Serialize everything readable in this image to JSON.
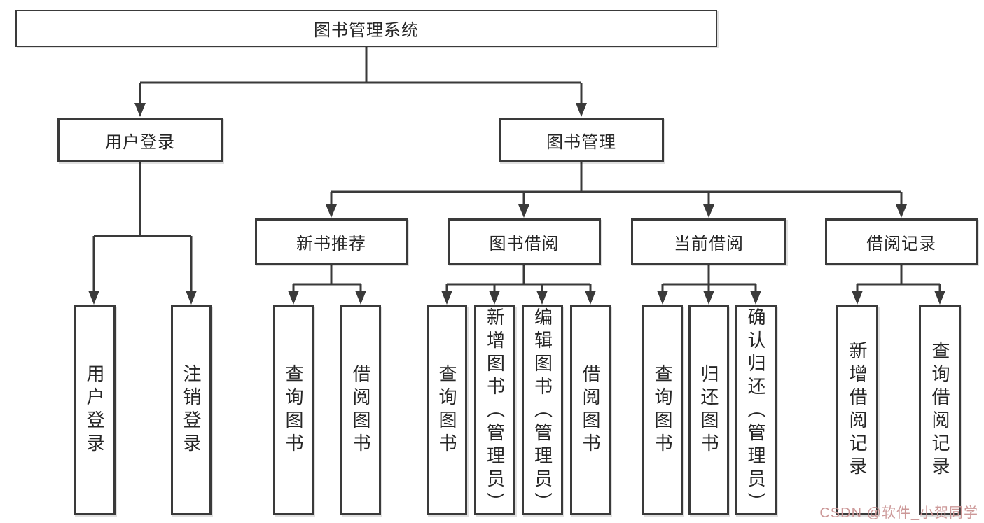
{
  "tree": {
    "root": {
      "label": "图书管理系统"
    },
    "branches": [
      {
        "label": "用户登录",
        "children": [
          {
            "label": "用户登录"
          },
          {
            "label": "注销登录"
          }
        ]
      },
      {
        "label": "图书管理",
        "children": [
          {
            "label": "新书推荐",
            "children": [
              {
                "label": "查询图书"
              },
              {
                "label": "借阅图书"
              }
            ]
          },
          {
            "label": "图书借阅",
            "children": [
              {
                "label": "查询图书"
              },
              {
                "label": "新增图书（管理员）"
              },
              {
                "label": "编辑图书（管理员）"
              },
              {
                "label": "借阅图书"
              }
            ]
          },
          {
            "label": "当前借阅",
            "children": [
              {
                "label": "查询图书"
              },
              {
                "label": "归还图书"
              },
              {
                "label": "确认归还（管理员）"
              }
            ]
          },
          {
            "label": "借阅记录",
            "children": [
              {
                "label": "新增借阅记录"
              },
              {
                "label": "查询借阅记录"
              }
            ]
          }
        ]
      }
    ]
  },
  "watermark": {
    "text": "CSDN @软件_小贺同学",
    "color": "#cc9898"
  },
  "colors": {
    "line": "#3a3a3a",
    "border": "#3a3a3a",
    "text": "#262626",
    "background": "#ffffff"
  }
}
